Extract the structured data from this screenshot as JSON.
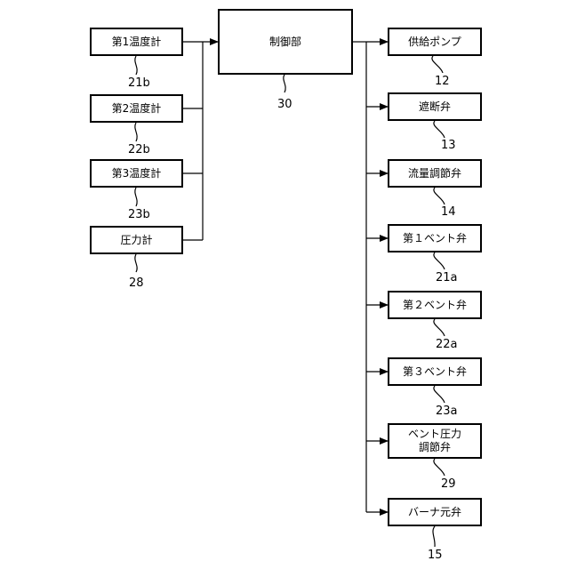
{
  "controller": {
    "label": "制御部",
    "ref": "30"
  },
  "inputs": [
    {
      "label": "第1温度計",
      "ref": "21b"
    },
    {
      "label": "第2温度計",
      "ref": "22b"
    },
    {
      "label": "第3温度計",
      "ref": "23b"
    },
    {
      "label": "圧力計",
      "ref": "28"
    }
  ],
  "outputs": [
    {
      "label": "供給ポンプ",
      "ref": "12"
    },
    {
      "label": "遮断弁",
      "ref": "13"
    },
    {
      "label": "流量調節弁",
      "ref": "14"
    },
    {
      "label": "第１ベント弁",
      "ref": "21a"
    },
    {
      "label": "第２ベント弁",
      "ref": "22a"
    },
    {
      "label": "第３ベント弁",
      "ref": "23a"
    },
    {
      "label": "ベント圧力\n調節弁",
      "ref": "29"
    },
    {
      "label": "バーナ元弁",
      "ref": "15"
    }
  ]
}
